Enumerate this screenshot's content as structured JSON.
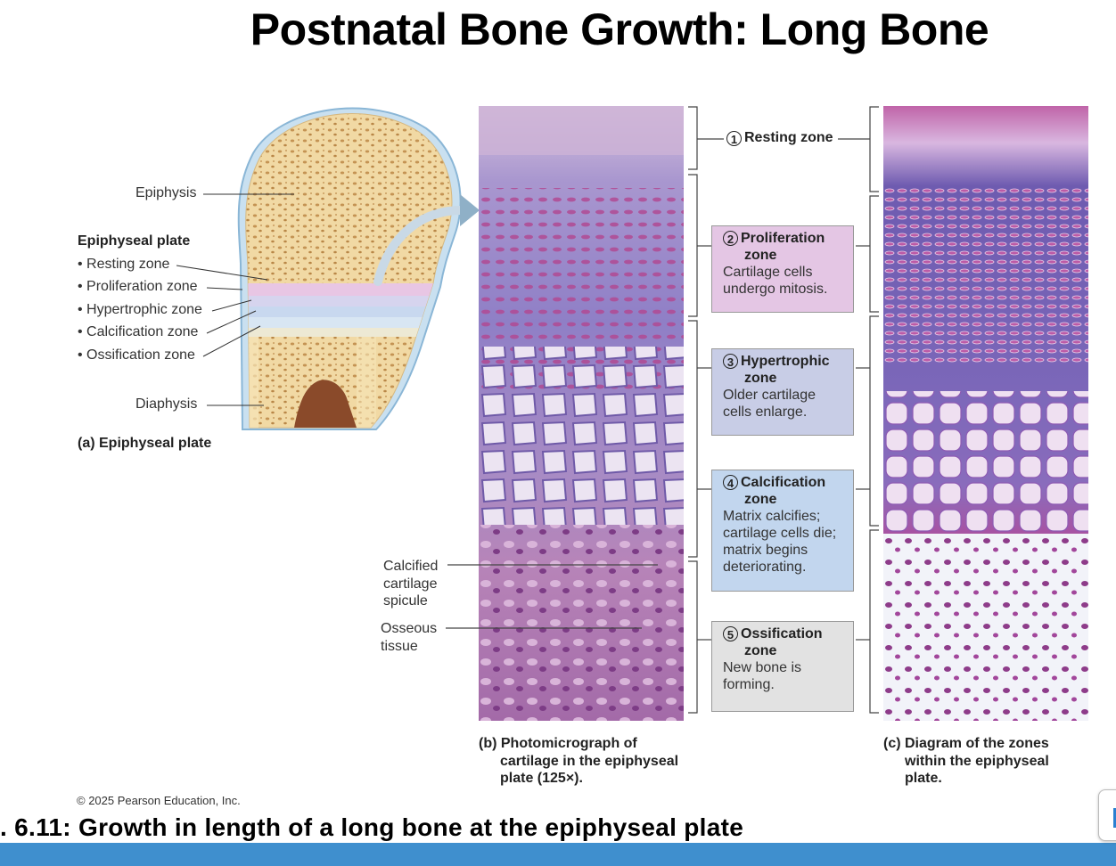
{
  "title": "Postnatal Bone Growth: Long Bone",
  "panel_a": {
    "epiphysis_label": "Epiphysis",
    "plate_heading": "Epiphyseal plate",
    "zones": [
      "Resting zone",
      "Proliferation zone",
      "Hypertrophic zone",
      "Calcification zone",
      "Ossification zone"
    ],
    "diaphysis_label": "Diaphysis",
    "caption": "(a) Epiphyseal plate"
  },
  "panel_b": {
    "calcified_label_lines": [
      "Calcified",
      "cartilage",
      "spicule"
    ],
    "osseous_label_lines": [
      "Osseous",
      "tissue"
    ],
    "caption_lines": [
      "(b) Photomicrograph of",
      "cartilage in the epiphyseal",
      "plate (125×)."
    ]
  },
  "zone_boxes": [
    {
      "num": "1",
      "title_lines": [
        "Resting zone"
      ],
      "desc_lines": [],
      "color": "#ffffff"
    },
    {
      "num": "2",
      "title_lines": [
        "Proliferation",
        "zone"
      ],
      "desc_lines": [
        "Cartilage cells",
        "undergo mitosis."
      ],
      "color": "#e4c6e4"
    },
    {
      "num": "3",
      "title_lines": [
        "Hypertrophic",
        "zone"
      ],
      "desc_lines": [
        "Older cartilage",
        "cells enlarge."
      ],
      "color": "#c8cde6"
    },
    {
      "num": "4",
      "title_lines": [
        "Calcification",
        "zone"
      ],
      "desc_lines": [
        "Matrix calcifies;",
        "cartilage cells die;",
        "matrix begins",
        "deteriorating."
      ],
      "color": "#c2d6ee"
    },
    {
      "num": "5",
      "title_lines": [
        "Ossification",
        "zone"
      ],
      "desc_lines": [
        "New bone is",
        "forming."
      ],
      "color": "#e2e2e2"
    }
  ],
  "panel_c": {
    "caption_lines": [
      "(c) Diagram of the zones",
      "within the epiphyseal",
      "plate."
    ]
  },
  "copyright": "© 2025 Pearson Education, Inc.",
  "figure_caption": ". 6.11:  Growth in length of a long bone at the epiphyseal plate",
  "colors": {
    "bone": "#f1d9a4",
    "cartilage_blue": "#cfe3f2",
    "stain_purple": "#8a5ea8",
    "stain_magenta": "#b0448f",
    "footer_bar": "#3f8fce"
  }
}
